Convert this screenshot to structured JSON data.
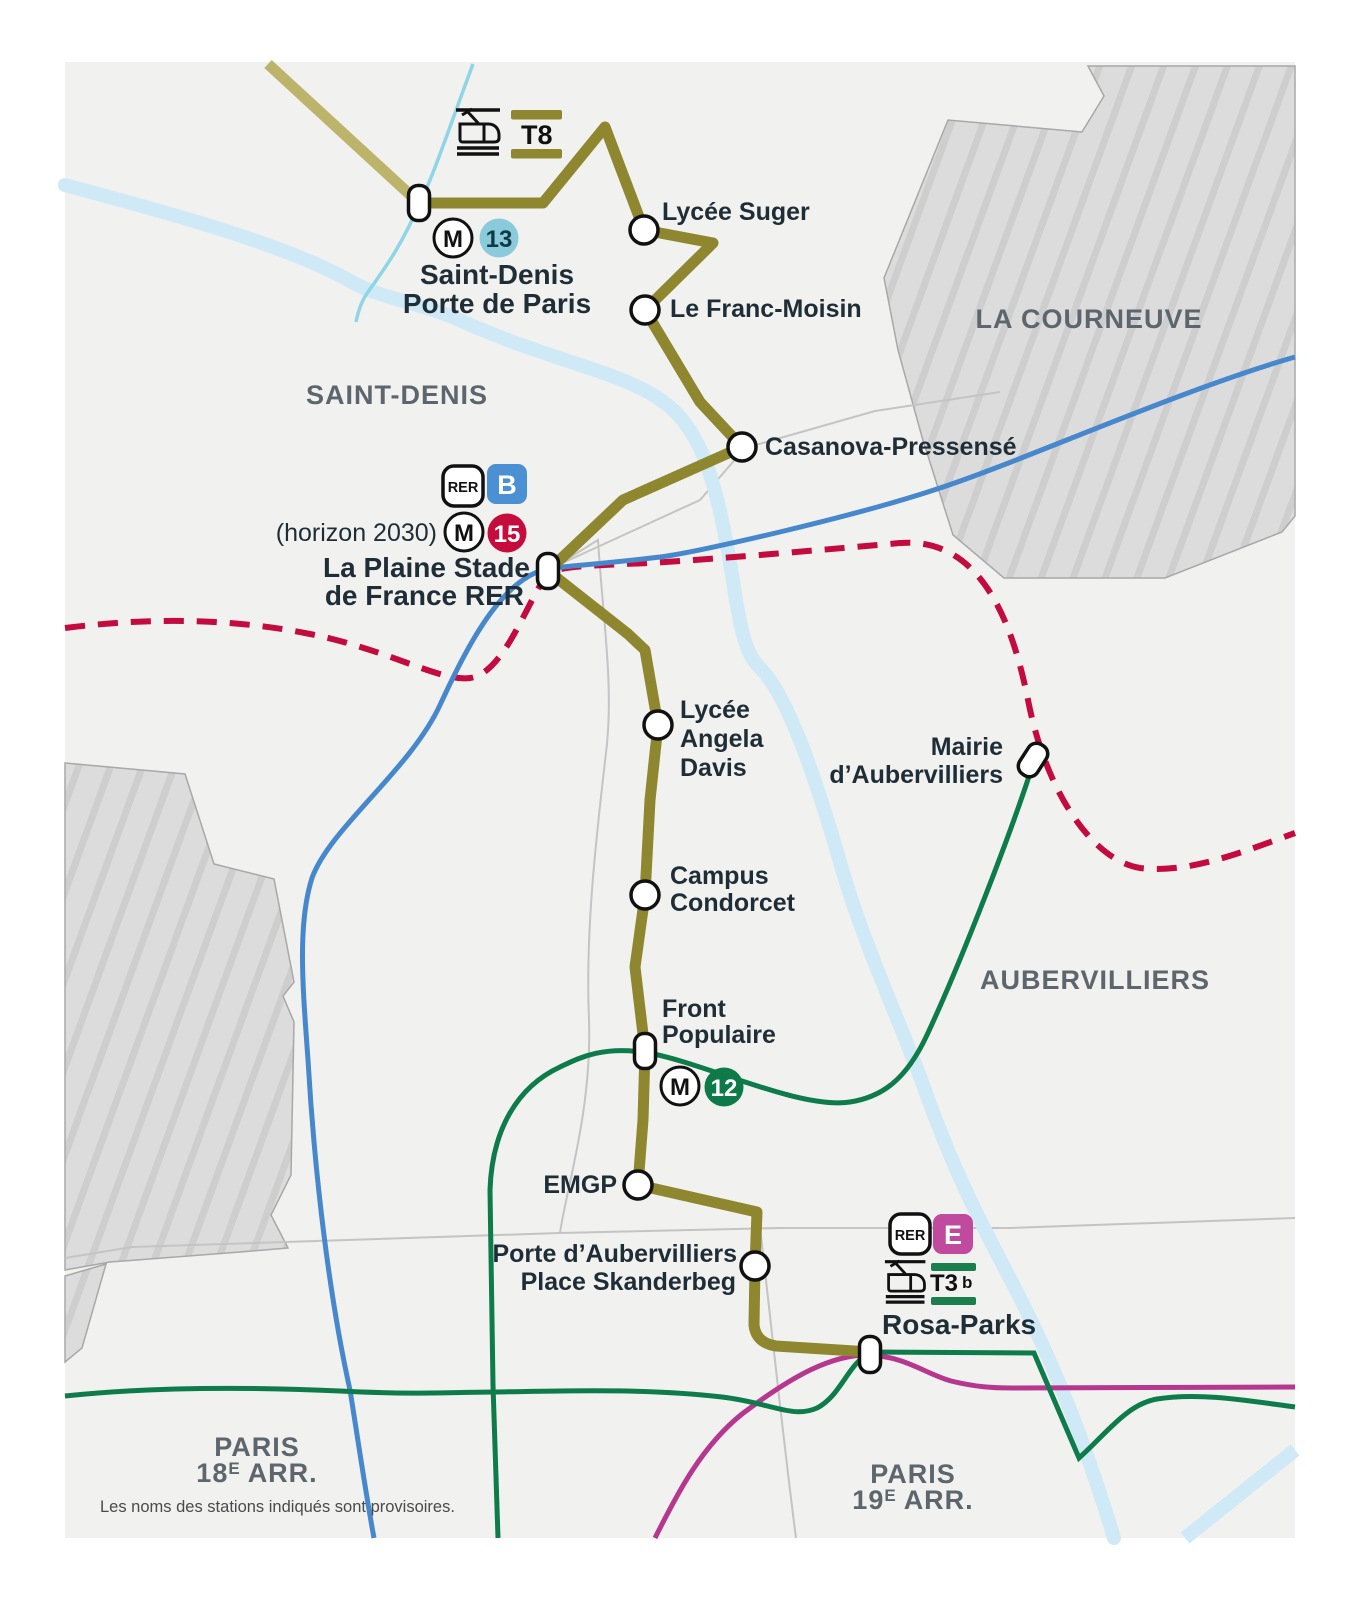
{
  "map": {
    "note": "Les noms des stations indiqués sont provisoires.",
    "area_labels": {
      "saint_denis": "SAINT-DENIS",
      "la_courneuve": "LA COURNEUVE",
      "aubervilliers": "AUBERVILLIERS",
      "paris18": {
        "city": "PARIS",
        "num": "18",
        "sup": "E",
        "suffix": "ARR."
      },
      "paris19": {
        "city": "PARIS",
        "num": "19",
        "sup": "E",
        "suffix": "ARR."
      }
    },
    "stations": {
      "saint_denis_porte_de_paris": {
        "line1": "Saint-Denis",
        "line2": "Porte de Paris"
      },
      "lycee_suger": {
        "label": "Lycée Suger"
      },
      "le_franc_moisin": {
        "label": "Le Franc-Moisin"
      },
      "casanova_pressense": {
        "label": "Casanova-Pressensé"
      },
      "la_plaine": {
        "line1": "La Plaine Stade",
        "line2": "de France RER"
      },
      "lycee_angela_davis": {
        "line1": "Lycée",
        "line2": "Angela",
        "line3": "Davis"
      },
      "campus_condorcet": {
        "line1": "Campus",
        "line2": "Condorcet"
      },
      "front_populaire": {
        "line1": "Front",
        "line2": "Populaire"
      },
      "emgp": {
        "label": "EMGP"
      },
      "mairie_aubervilliers": {
        "line1": "Mairie",
        "line2": "d’Aubervilliers"
      },
      "porte_aubervilliers": {
        "line1": "Porte d’Aubervilliers",
        "line2": "Place Skanderbeg"
      },
      "rosa_parks": {
        "label": "Rosa-Parks"
      }
    },
    "badges": {
      "metro_letter": "M",
      "rer": "RER",
      "t8": "T8",
      "t3b_main": "T3",
      "t3b_sub": "b",
      "line13": "13",
      "line15": "15",
      "line12": "12",
      "rer_b": "B",
      "rer_e": "E",
      "horizon": "(horizon 2030)"
    },
    "colors": {
      "new_tram_line": "#8e872f",
      "existing_t8_line": "#bcb46a",
      "rer_b_line": "#4788cc",
      "m15_line": "#c30b3f",
      "m12_line": "#0e7c4a",
      "t3b_line": "#0e7c4a",
      "rer_e_line": "#b5388e",
      "line13_badge": "#89cbdb",
      "line15_badge": "#c60c3c",
      "line12_badge": "#0d7a47",
      "rer_b_badge": "#4a90d2",
      "rer_e_badge": "#bf4a9e",
      "canal": "#cfe9f6",
      "river": "#8ed5e5",
      "map_background": "#f1f1ef",
      "hatched_zone": "#dcdcdd"
    }
  }
}
